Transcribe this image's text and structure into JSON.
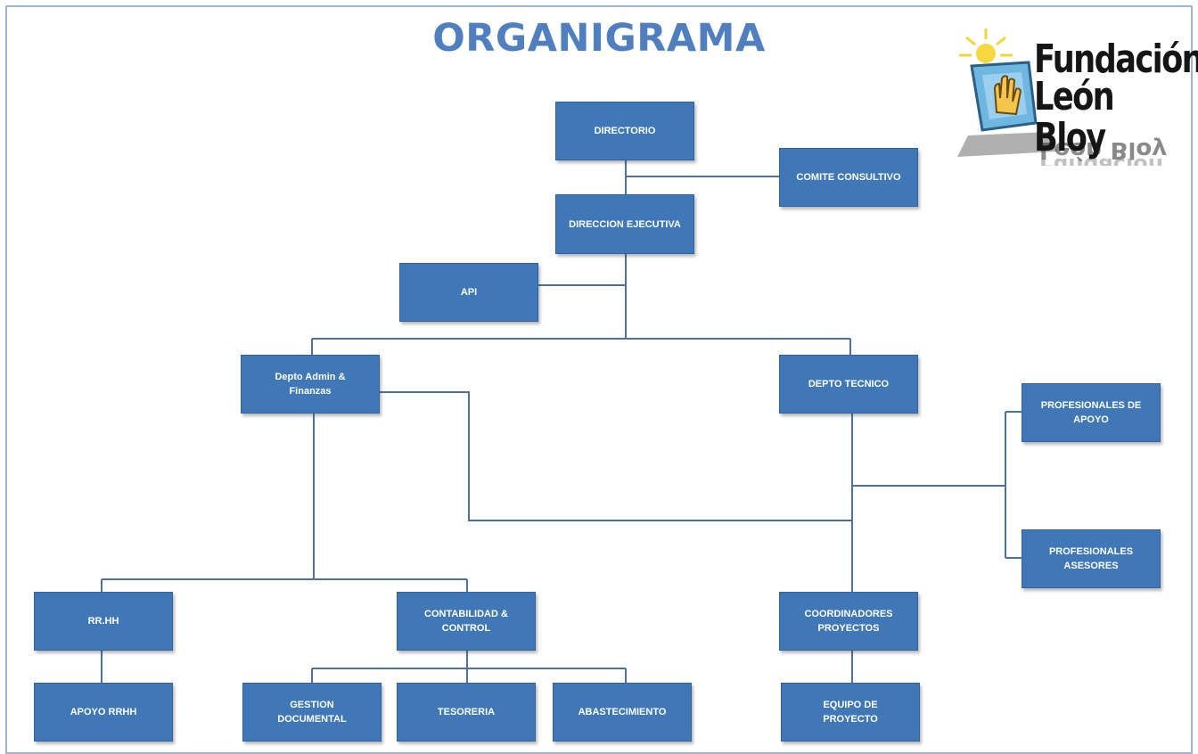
{
  "title": "ORGANIGRAMA",
  "logo": {
    "line1": "Fundación",
    "line2": "León Bloy",
    "icon": "hand-sun-logo-icon"
  },
  "nodes": {
    "directorio": "DIRECTORIO",
    "comite_consultivo": "COMITE CONSULTIVO",
    "direccion_ejecutiva": "DIRECCION EJECUTIVA",
    "api": "API",
    "depto_admin": "Depto Admin &\nFinanzas",
    "depto_tecnico": "DEPTO TECNICO",
    "profesionales_apoyo": "PROFESIONALES DE\nAPOYO",
    "profesionales_asesores": "PROFESIONALES\nASESORES",
    "rrhh": "RR.HH",
    "contabilidad": "CONTABILIDAD &\nCONTROL",
    "coordinadores": "COORDINADORES\nPROYECTOS",
    "apoyo_rrhh": "APOYO RRHH",
    "gestion_documental": "GESTION\nDOCUMENTAL",
    "tesoreria": "TESORERIA",
    "abastecimiento": "ABASTECIMIENTO",
    "equipo_proyecto": "EQUIPO DE\nPROYECTO"
  },
  "colors": {
    "box": "#3f77b7",
    "title": "#4f7fbf",
    "line": "#4f6f9f"
  }
}
